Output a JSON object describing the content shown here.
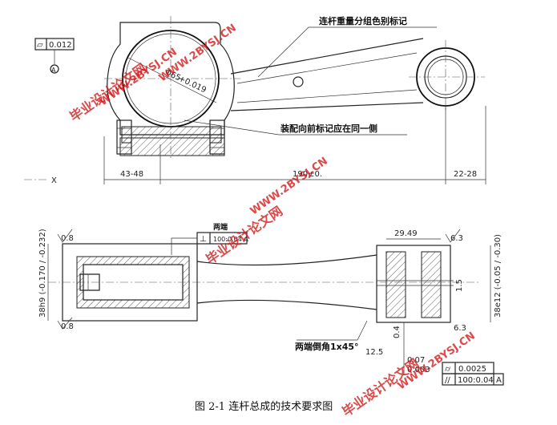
{
  "top_view": {
    "label_weight_group": "连杆重量分组色别标记",
    "label_assembly_mark": "装配向前标记应在同一侧",
    "flatness_tol": "0.012",
    "datum_ref": "A",
    "bore_dim_a": "Φ65",
    "bore_dim_b": "+0.019",
    "dim_left": "43-48",
    "dim_center": "190±0.",
    "dim_right": "22-28",
    "axis_x": "X"
  },
  "side_view": {
    "rough_left_top": "0.8",
    "rough_left_bot": "0.8",
    "rough_right_top": "6.3",
    "rough_right_bot": "6.3",
    "rough_chamfer": "12.5",
    "label_both_ends": "两端",
    "parallel_tol_box": "100:0.04 A",
    "dim_width_small": "38h9 (-0.170 / -0.232)",
    "dim_small_head_width": "29.49",
    "dim_right_height": "38e12 (-0.05 / -0.30)",
    "dim_oil_hole": "1.5",
    "label_end_chamfer": "两端倒角1x45°",
    "tol_a": "0.4",
    "tol_b": "0.07",
    "tol_c": "0.003",
    "cyl_tol": "0.0025",
    "parallel_tol": "100:0.04",
    "parallel_datum": "A"
  },
  "watermarks": {
    "text_cn": "毕业设计论文网",
    "text_url": "WWW.2BYSJ.CN"
  },
  "caption": "图 2-1  连杆总成的技术要求图"
}
